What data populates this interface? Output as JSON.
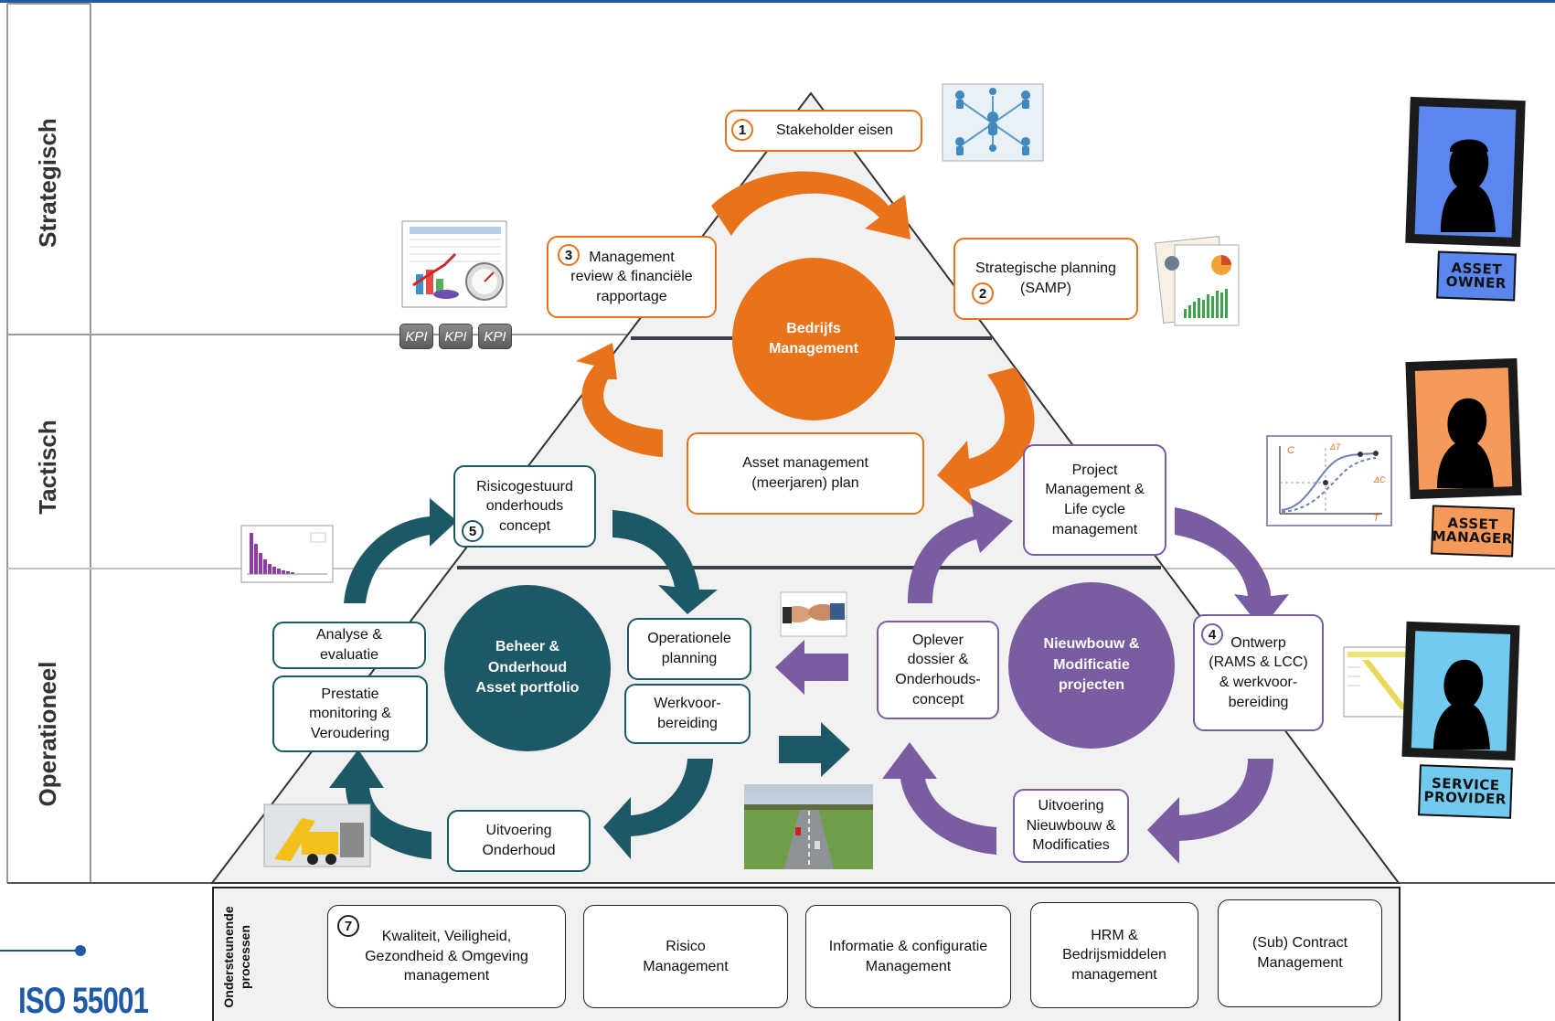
{
  "bands": {
    "strategic": "Strategisch",
    "tactical": "Tactisch",
    "operational": "Operationeel"
  },
  "top": {
    "center": "Bedrijfs\nManagement",
    "stakeholder": {
      "num": "1",
      "text": "Stakeholder eisen"
    },
    "planning": {
      "num": "2",
      "text": "Strategische planning\n(SAMP)"
    },
    "review": {
      "num": "3",
      "text": "Management\nreview & financiële\nrapportage"
    },
    "plan": "Asset management\n(meerjaren) plan"
  },
  "left": {
    "center": "Beheer &\nOnderhoud\nAsset portfolio",
    "concept": {
      "num": "5",
      "text": "Risicogestuurd\nonderhouds\nconcept"
    },
    "analyse": "Analyse &\nevaluatie",
    "prestatie": "Prestatie\nmonitoring &\nVeroudering",
    "operationele": "Operationele\nplanning",
    "werkvoor": "Werkvoor-\nbereiding",
    "uitvoering": "Uitvoering\nOnderhoud"
  },
  "right": {
    "center": "Nieuwbouw &\nModificatie\nprojecten",
    "project": "Project\nManagement &\nLife cycle\nmanagement",
    "ontwerp": {
      "num": "4",
      "text": "Ontwerp\n(RAMS & LCC)\n& werkvoor-\nbereiding"
    },
    "oplever": "Oplever\ndossier &\nOnderhouds-\nconcept",
    "uitvoering": "Uitvoering\nNieuwbouw &\nModificaties"
  },
  "kpi": [
    "KPI",
    "KPI",
    "KPI"
  ],
  "support": {
    "label": "Ondersteunende\nprocessen",
    "items": [
      {
        "num": "7",
        "text": "Kwaliteit, Veiligheid,\nGezondheid & Omgeving\nmanagement"
      },
      {
        "text": "Risico\nManagement"
      },
      {
        "text": "Informatie & configuratie\nManagement"
      },
      {
        "text": "HRM &\nBedrijsmiddelen\nmanagement"
      },
      {
        "text": "(Sub) Contract\nManagement"
      }
    ]
  },
  "roles": {
    "owner": "ASSET\nOWNER",
    "manager": "ASSET\nMANAGER",
    "provider": "SERVICE\nPROVIDER"
  },
  "chart_labels": {
    "c": "C",
    "t": "T",
    "dt": "ΔT",
    "dc": "ΔC"
  },
  "footer": {
    "iso": "ISO 55001"
  },
  "colors": {
    "orange": "#E8731A",
    "teal": "#1D5866",
    "purple": "#7A5CA0",
    "accent_blue": "#1F5AA6"
  }
}
